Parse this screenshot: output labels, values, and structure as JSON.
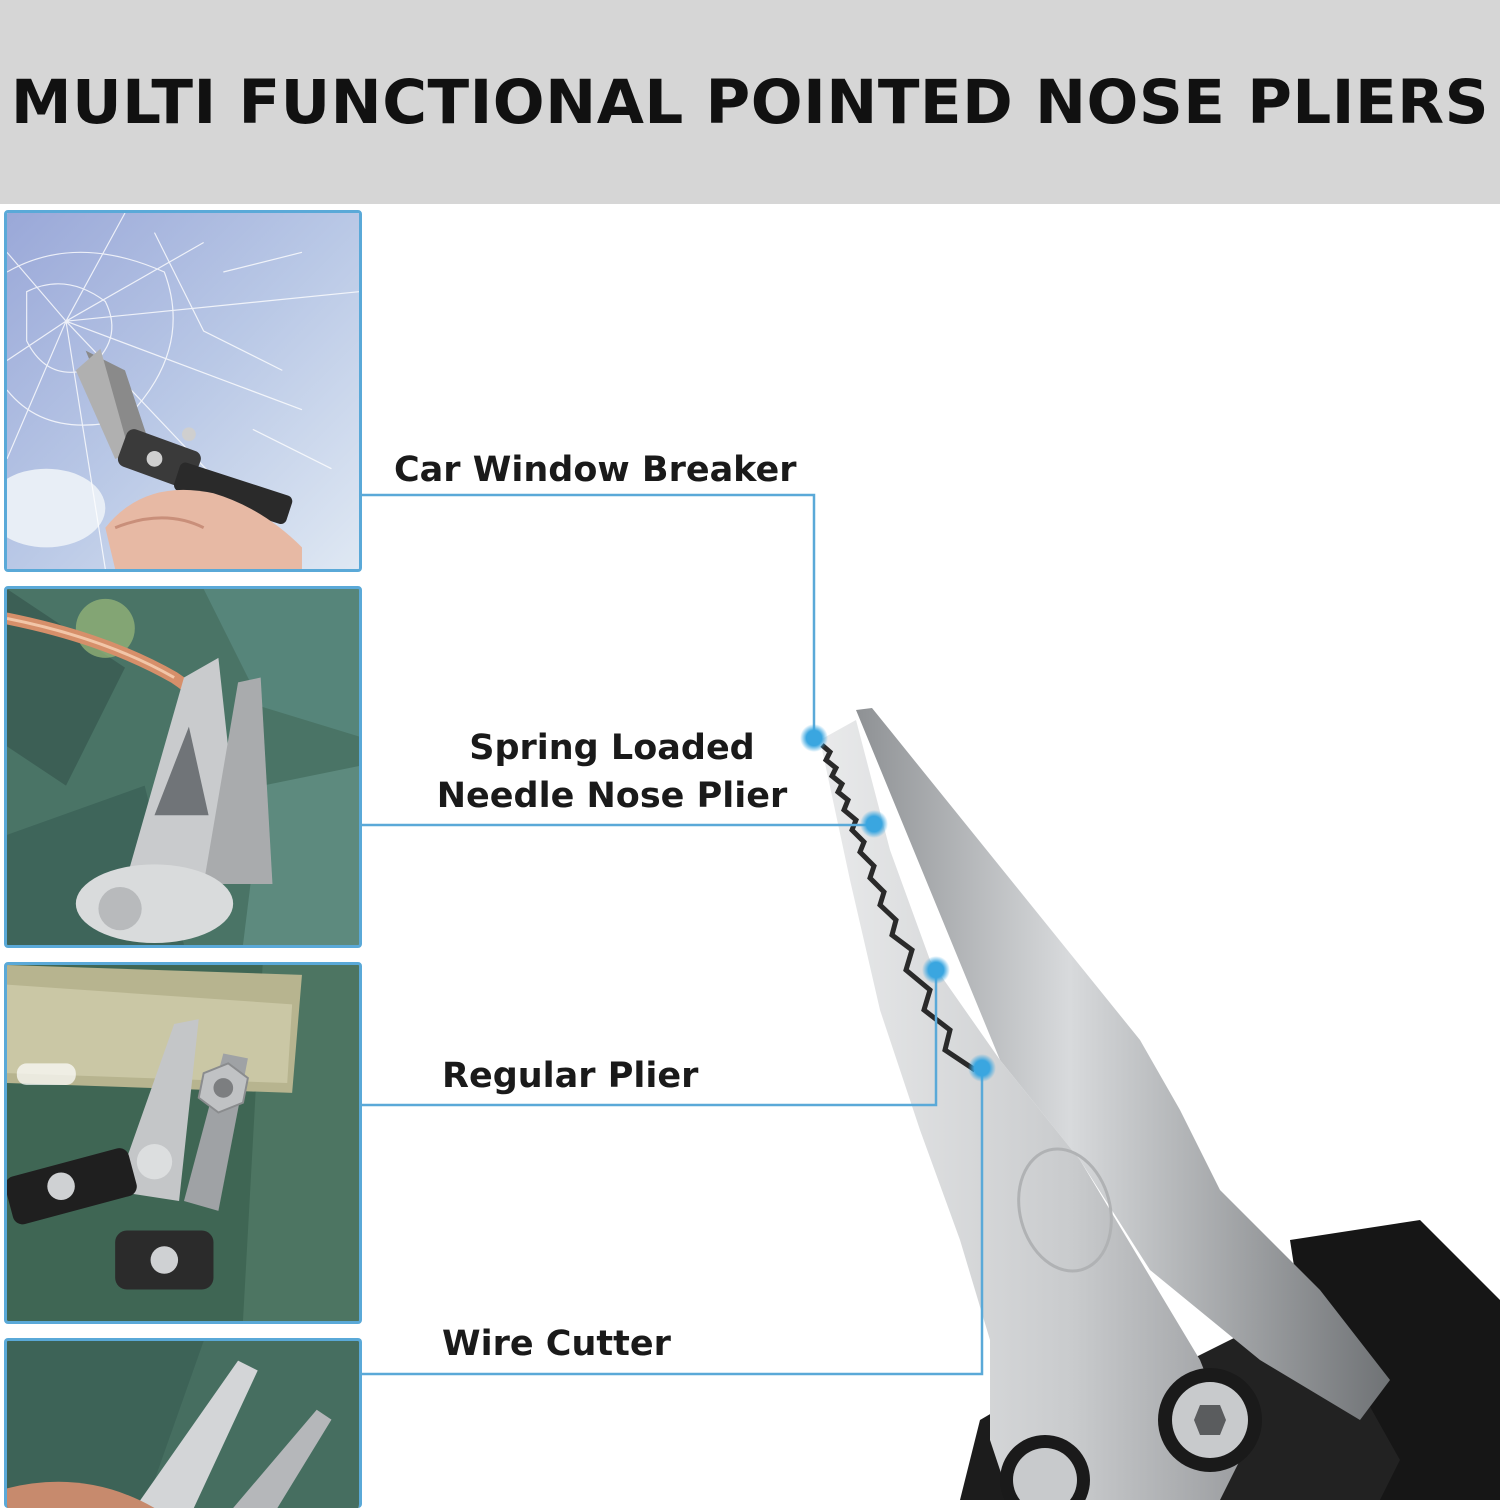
{
  "title": "MULTI FUNCTIONAL POINTED NOSE PLIERS",
  "features": {
    "car_window_breaker": "Car Window Breaker",
    "spring_loaded_line1": "Spring Loaded",
    "spring_loaded_line2": "Needle Nose Plier",
    "regular_plier": "Regular Plier",
    "wire_cutter": "Wire Cutter"
  },
  "colors": {
    "accent_line": "#5aa9d8",
    "callout_dot": "#3aa6e0",
    "banner_bg": "#d6d6d6"
  },
  "photos": [
    "window-breaking-photo",
    "wire-gripping-photo",
    "nut-gripping-photo",
    "pliers-closeup-photo"
  ]
}
